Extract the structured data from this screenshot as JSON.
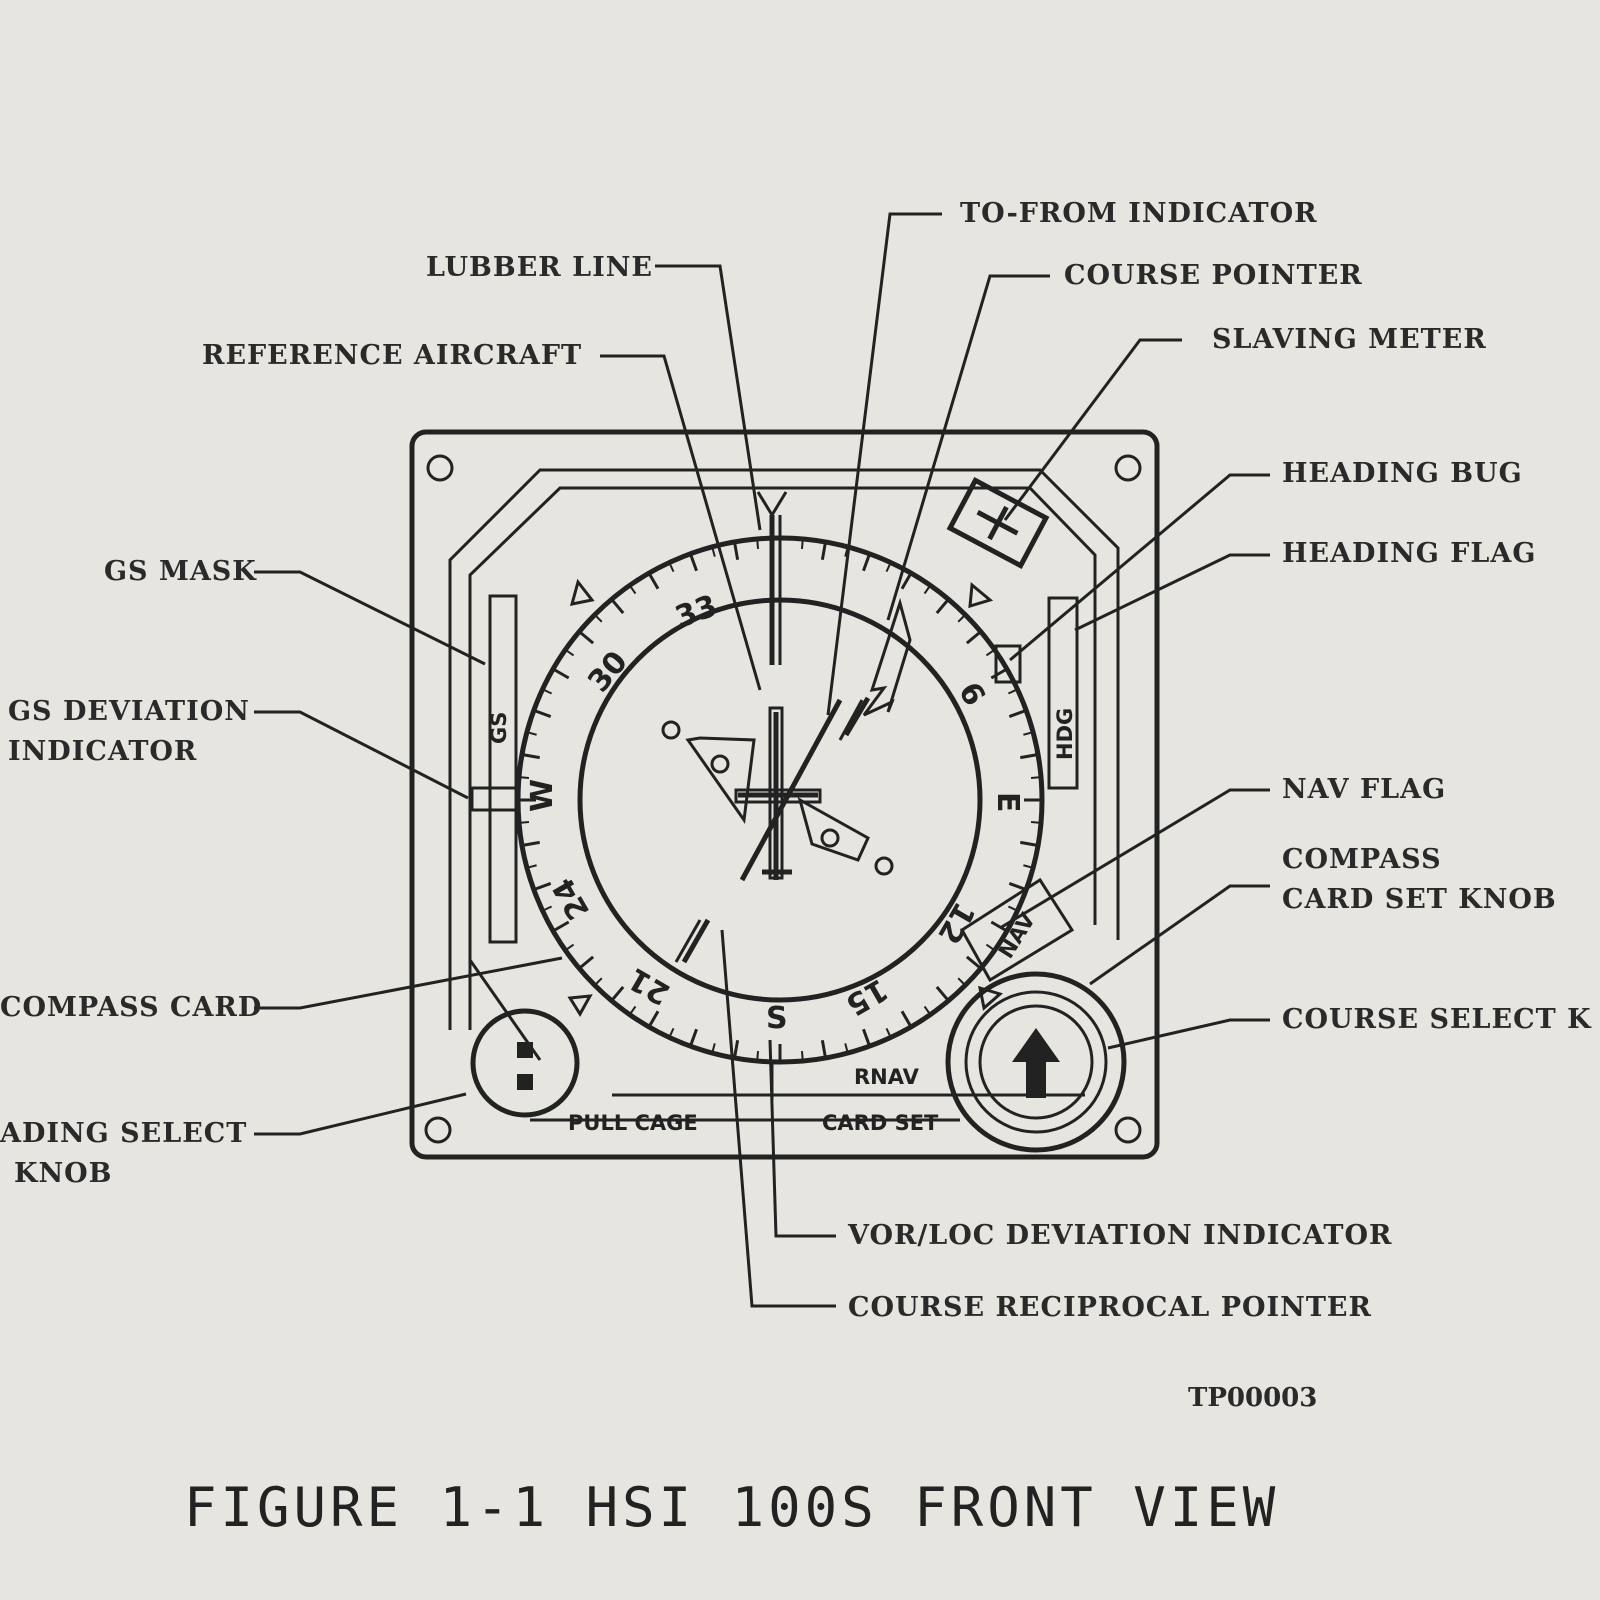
{
  "callouts": {
    "to_from": "TO-FROM INDICATOR",
    "lubber_line": "LUBBER LINE",
    "course_pointer": "COURSE POINTER",
    "reference_aircraft": "REFERENCE AIRCRAFT",
    "slaving_meter": "SLAVING METER",
    "heading_bug": "HEADING BUG",
    "heading_flag": "HEADING FLAG",
    "gs_mask": "GS MASK",
    "gs_deviation_1": "GS DEVIATION",
    "gs_deviation_2": "INDICATOR",
    "nav_flag": "NAV FLAG",
    "compass_knob_1": "COMPASS",
    "compass_knob_2": "CARD SET KNOB",
    "compass_card": "COMPASS CARD",
    "course_select": "COURSE SELECT K",
    "heading_select_1": "ADING SELECT",
    "heading_select_2": "KNOB",
    "vor_loc": "VOR/LOC DEVIATION INDICATOR",
    "reciprocal": "COURSE RECIPROCAL POINTER"
  },
  "instrument": {
    "hdg": "HDG",
    "gs": "GS",
    "rnav": "RNAV",
    "pull_cage": "PULL CAGE",
    "card_set": "CARD SET",
    "nav": "NAV",
    "dial": {
      "n33": "33",
      "n30": "30",
      "w": "W",
      "n24": "24",
      "n21": "21",
      "s": "S",
      "n15": "15",
      "n12": "12",
      "e": "E",
      "n6": "6"
    }
  },
  "figure": {
    "code": "TP00003",
    "title": "FIGURE 1-1 HSI 100S FRONT VIEW"
  }
}
